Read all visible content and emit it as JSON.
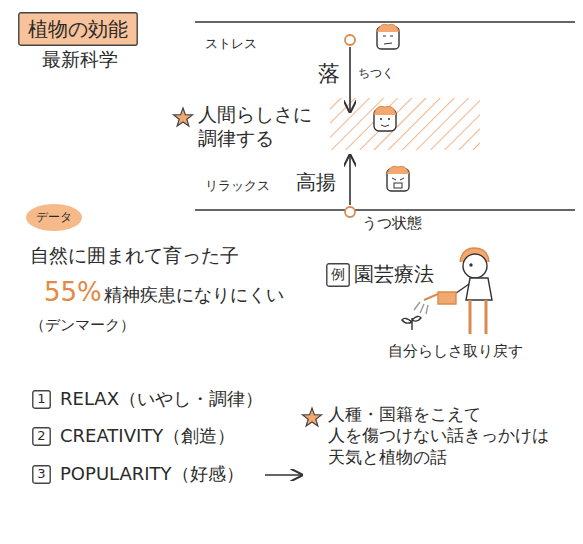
{
  "diagram": {
    "nodes": [
      {
        "text": [
          "植物の効能"
        ]
      },
      {
        "text": [
          "データ"
        ]
      },
      {
        "text": [
          "例"
        ]
      },
      {
        "text": [
          "1"
        ]
      },
      {
        "text": [
          "2"
        ]
      },
      {
        "text": [
          "3"
        ]
      }
    ],
    "labels": [
      "最新科学",
      "ストレス",
      "落",
      "ちつく",
      "人間らしさに 調律する",
      "リラックス",
      "高揚",
      "うつ状態",
      "自然に囲まれて育った子",
      "55%",
      "精神疾患になりにくい",
      "（デンマーク）",
      "園芸療法",
      "自分らしさ取り戻す",
      "RELAX（いやし・調律）",
      "CREATIVITY（創造）",
      "POPULARITY（好感）",
      "人種・国籍をこえて 人を傷つけない話きっかけは 天気と植物の話"
    ]
  }
}
